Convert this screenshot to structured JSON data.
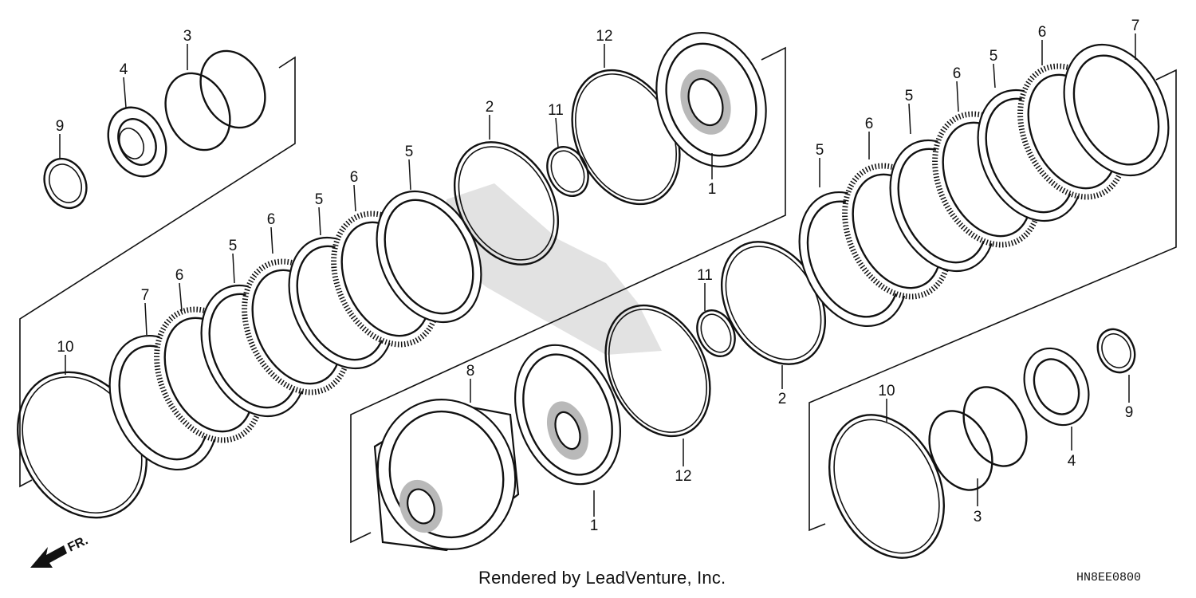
{
  "diagram": {
    "credit": "Rendered by LeadVenture, Inc.",
    "diagram_code": "HN8EE0800",
    "front_marker": "FR.",
    "callouts": {
      "c1": "9",
      "c2": "4",
      "c3": "3",
      "c4": "10",
      "c5": "7",
      "c6": "6",
      "c7": "5",
      "c8": "6",
      "c9": "5",
      "c10": "6",
      "c11": "5",
      "c12": "2",
      "c13": "11",
      "c14": "12",
      "c15": "1",
      "c16": "8",
      "c17": "1",
      "c18": "12",
      "c19": "11",
      "c20": "2",
      "c21": "5",
      "c22": "6",
      "c23": "5",
      "c24": "6",
      "c25": "5",
      "c26": "6",
      "c27": "7",
      "c28": "10",
      "c29": "3",
      "c30": "4",
      "c31": "9"
    }
  }
}
